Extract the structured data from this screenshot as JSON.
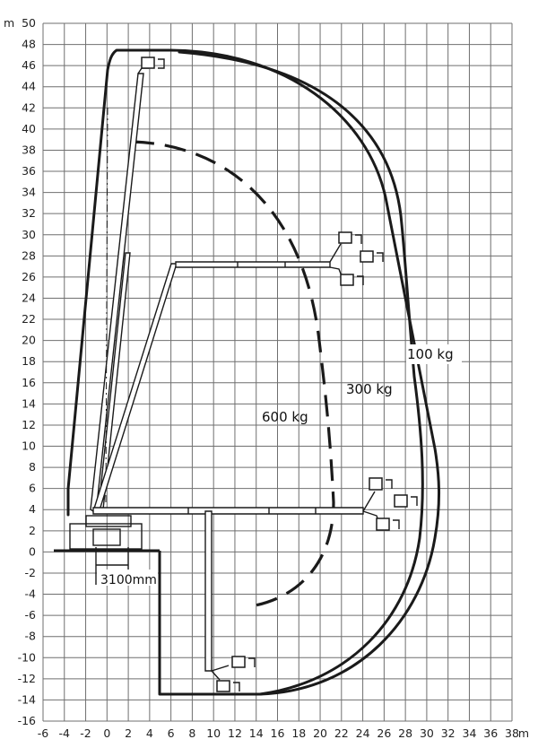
{
  "axes": {
    "y_unit": "m",
    "x_unit": "m",
    "y_min": -16,
    "y_max": 50,
    "y_step": 2,
    "x_min": -6,
    "x_max": 38,
    "x_step": 2,
    "x_ticks": [
      "-6",
      "-4",
      "-2",
      "0",
      "2",
      "4",
      "6",
      "8",
      "10",
      "12",
      "14",
      "16",
      "18",
      "20",
      "22",
      "24",
      "26",
      "28",
      "30",
      "32",
      "34",
      "36",
      "38"
    ],
    "y_ticks": [
      "50",
      "48",
      "46",
      "44",
      "42",
      "40",
      "38",
      "36",
      "34",
      "32",
      "30",
      "28",
      "26",
      "24",
      "22",
      "20",
      "18",
      "16",
      "14",
      "12",
      "10",
      "8",
      "6",
      "4",
      "2",
      "0",
      "-2",
      "-4",
      "-6",
      "-8",
      "-10",
      "-12",
      "-14",
      "-16"
    ]
  },
  "labels": {
    "load_100": "100 kg",
    "load_300": "300 kg",
    "load_600": "600 kg",
    "dimension": "3100mm"
  }
}
